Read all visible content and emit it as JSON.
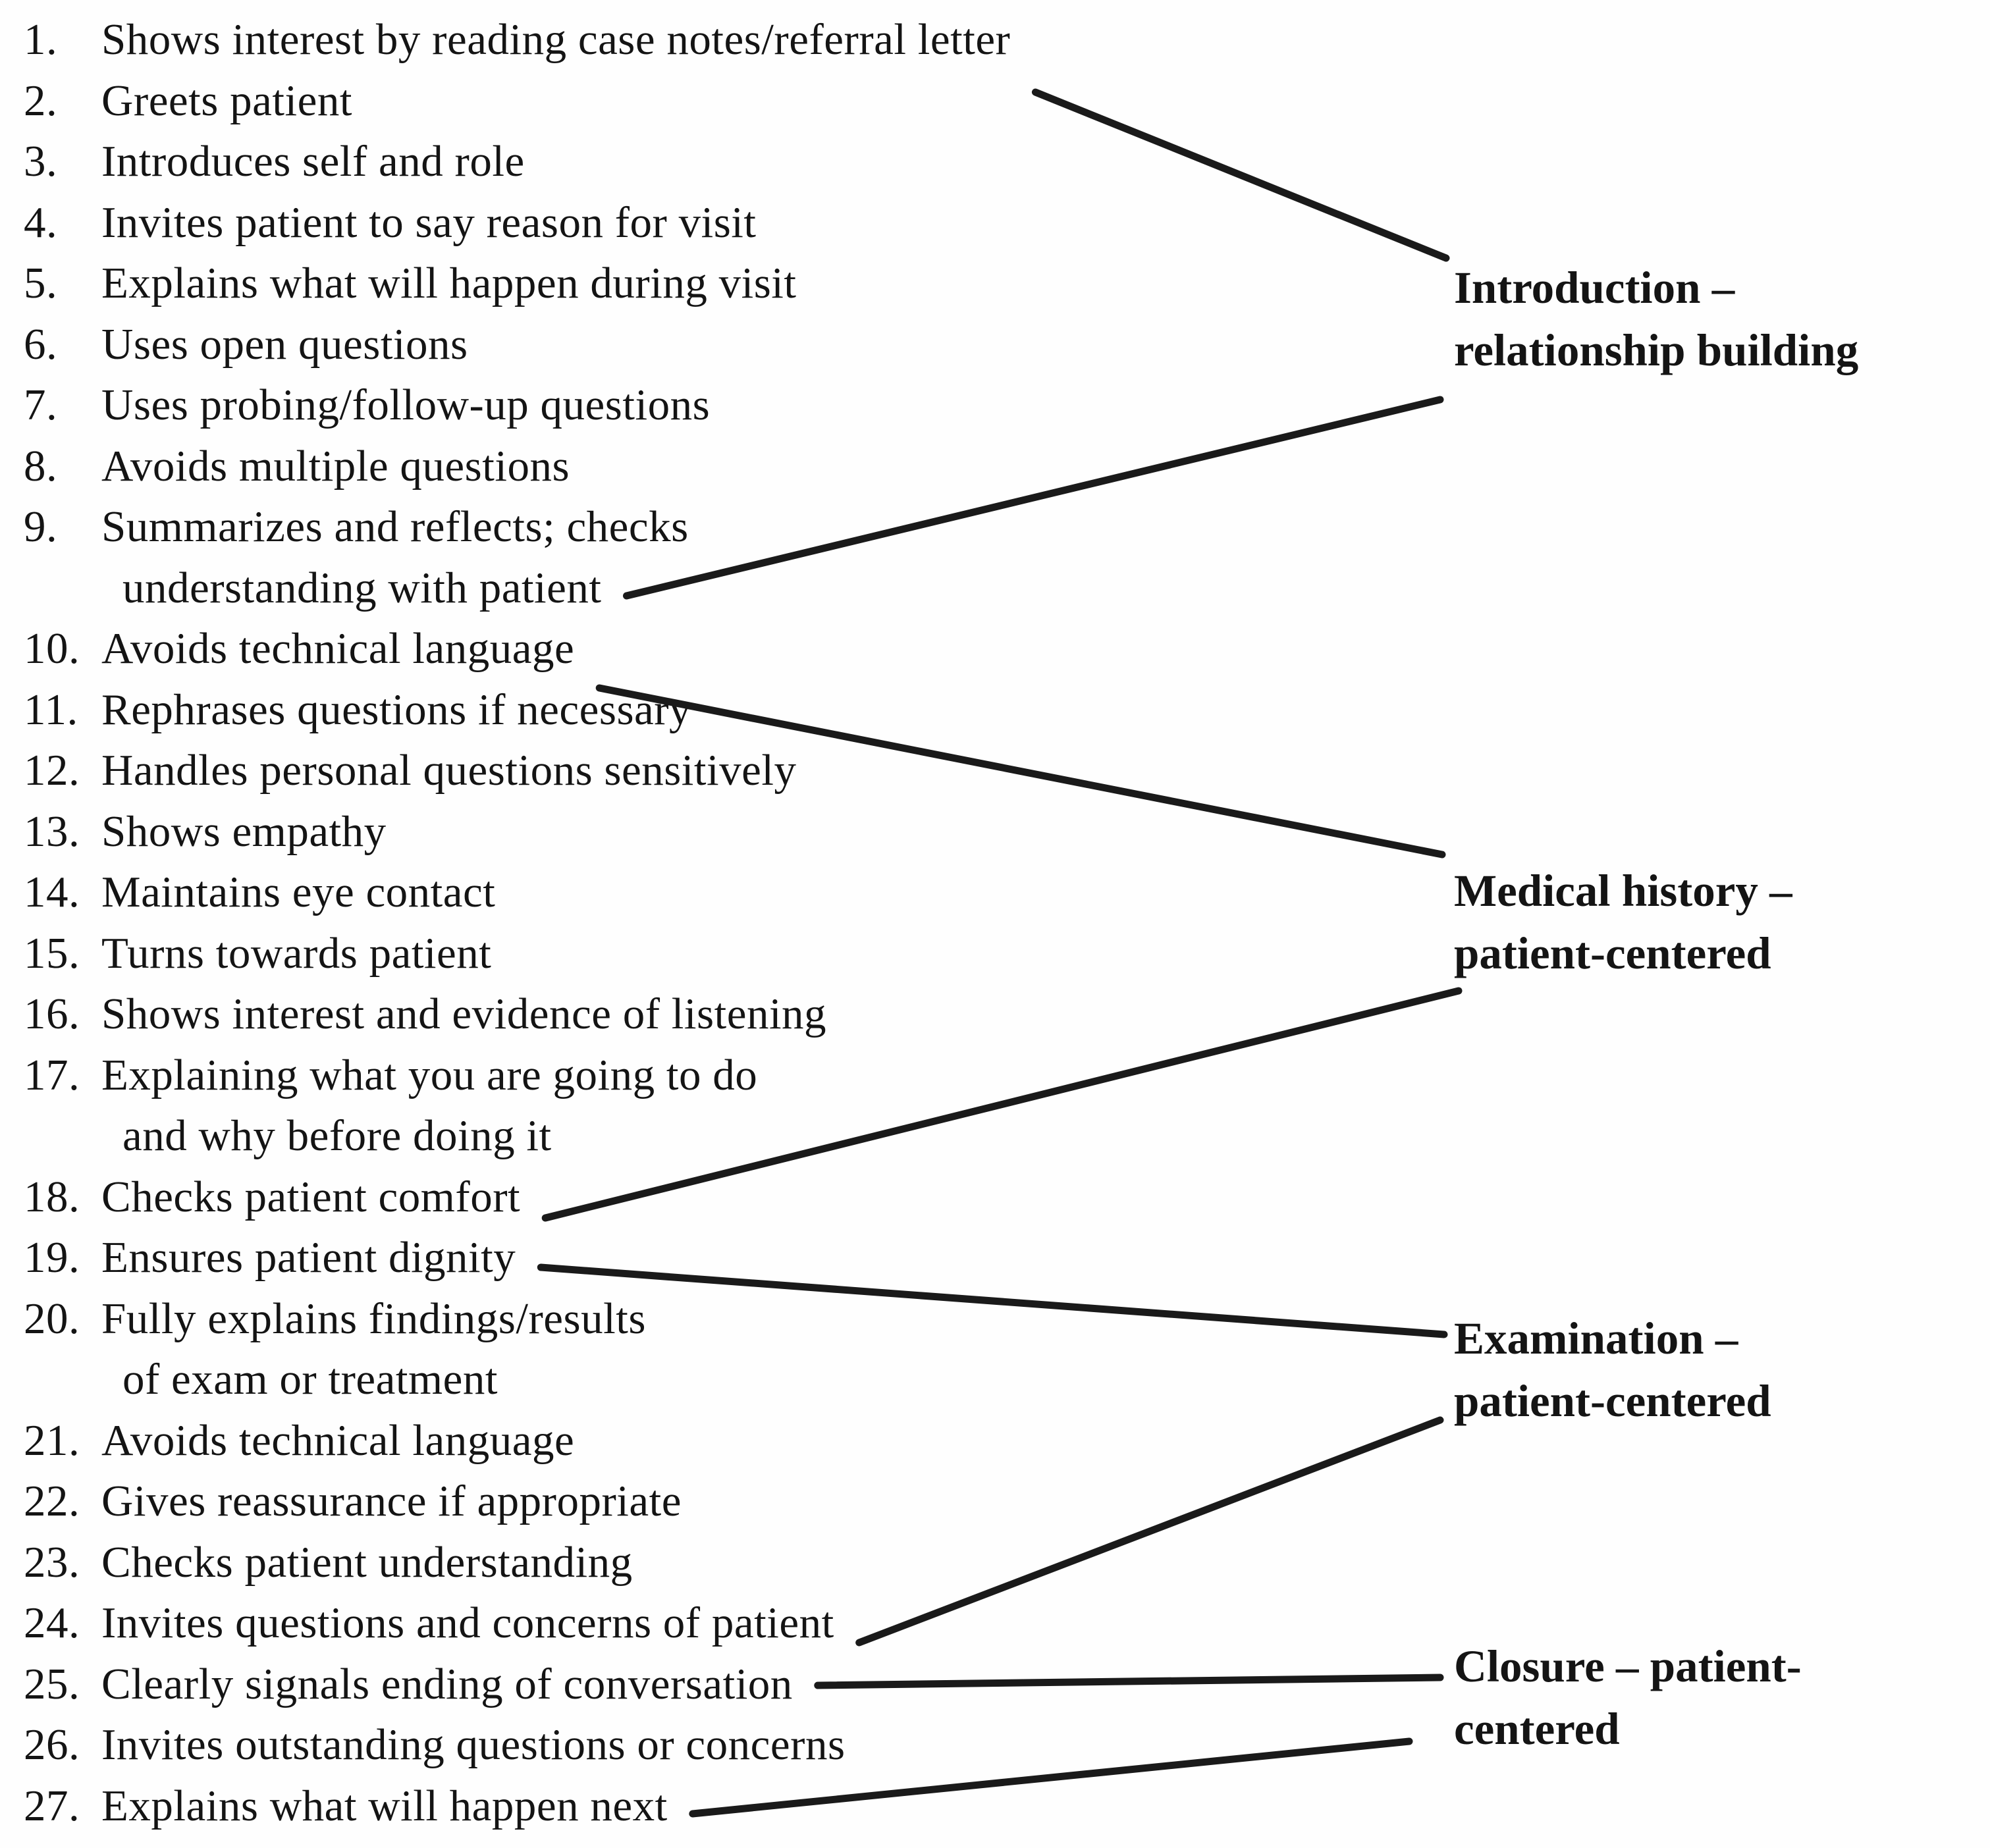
{
  "figure": {
    "colors": {
      "background": "#fefefe",
      "text": "#141414",
      "line": "#1a1a1a"
    },
    "items": [
      {
        "number": "1.",
        "lines": [
          "Shows interest by reading case notes/referral letter"
        ]
      },
      {
        "number": "2.",
        "lines": [
          "Greets patient"
        ]
      },
      {
        "number": "3.",
        "lines": [
          "Introduces self and role"
        ]
      },
      {
        "number": "4.",
        "lines": [
          "Invites patient to say reason for visit"
        ]
      },
      {
        "number": "5.",
        "lines": [
          "Explains what will happen during visit"
        ]
      },
      {
        "number": "6.",
        "lines": [
          "Uses open questions"
        ]
      },
      {
        "number": "7.",
        "lines": [
          "Uses probing/follow-up questions"
        ]
      },
      {
        "number": "8.",
        "lines": [
          "Avoids multiple questions"
        ]
      },
      {
        "number": "9.",
        "lines": [
          "Summarizes and reflects; checks",
          "understanding with patient"
        ]
      },
      {
        "number": "10.",
        "lines": [
          "Avoids technical language"
        ]
      },
      {
        "number": "11.",
        "lines": [
          "Rephrases questions if necessary"
        ]
      },
      {
        "number": "12.",
        "lines": [
          "Handles personal questions sensitively"
        ]
      },
      {
        "number": "13.",
        "lines": [
          "Shows empathy"
        ]
      },
      {
        "number": "14.",
        "lines": [
          "Maintains eye contact"
        ]
      },
      {
        "number": "15.",
        "lines": [
          "Turns towards patient"
        ]
      },
      {
        "number": "16.",
        "lines": [
          "Shows interest and evidence of listening"
        ]
      },
      {
        "number": "17.",
        "lines": [
          "Explaining what you are going to do",
          "and why before doing it"
        ]
      },
      {
        "number": "18.",
        "lines": [
          "Checks patient comfort"
        ]
      },
      {
        "number": "19.",
        "lines": [
          "Ensures patient dignity"
        ]
      },
      {
        "number": "20.",
        "lines": [
          "Fully explains findings/results",
          "of exam or treatment"
        ]
      },
      {
        "number": "21.",
        "lines": [
          "Avoids technical language"
        ]
      },
      {
        "number": "22.",
        "lines": [
          "Gives reassurance if appropriate"
        ]
      },
      {
        "number": "23.",
        "lines": [
          "Checks patient understanding"
        ]
      },
      {
        "number": "24.",
        "lines": [
          "Invites questions and concerns of patient"
        ]
      },
      {
        "number": "25.",
        "lines": [
          "Clearly signals ending of conversation"
        ]
      },
      {
        "number": "26.",
        "lines": [
          "Invites outstanding questions or concerns"
        ]
      },
      {
        "number": "27.",
        "lines": [
          "Explains what will happen next"
        ]
      }
    ],
    "labels": [
      {
        "id": "introduction",
        "lines": [
          "Introduction –",
          "relationship building"
        ]
      },
      {
        "id": "medical-history",
        "lines": [
          "Medical history –",
          "patient-centered"
        ]
      },
      {
        "id": "examination",
        "lines": [
          "Examination –",
          "patient-centered"
        ]
      },
      {
        "id": "closure",
        "lines": [
          "Closure – patient-",
          "centered"
        ]
      }
    ],
    "connections": [
      {
        "from_item": 1,
        "to_label": "introduction"
      },
      {
        "from_item": 9,
        "to_label": "introduction"
      },
      {
        "from_item": 10,
        "to_label": "medical-history"
      },
      {
        "from_item": 18,
        "to_label": "medical-history"
      },
      {
        "from_item": 19,
        "to_label": "examination"
      },
      {
        "from_item": 24,
        "to_label": "examination"
      },
      {
        "from_item": 25,
        "to_label": "closure"
      },
      {
        "from_item": 27,
        "to_label": "closure"
      }
    ]
  }
}
